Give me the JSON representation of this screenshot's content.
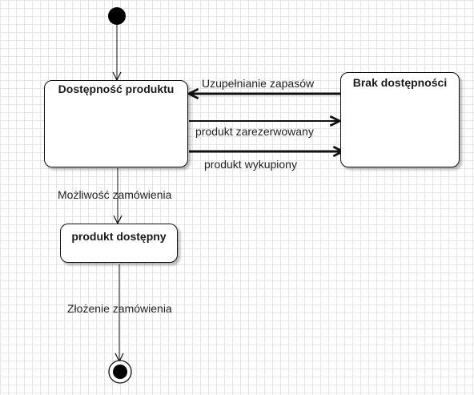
{
  "states": {
    "dostepnosc": {
      "title": "Dostępność produktu"
    },
    "brak": {
      "title": "Brak dostępności"
    },
    "produkt_dostepny": {
      "title": "produkt dostępny"
    }
  },
  "transitions": {
    "uzupelnianie": "Uzupełnianie zapasów",
    "zarezerwowany": "produkt zarezerwowany",
    "wykupiony": "produkt wykupiony",
    "mozliwosc": "Możliwość zamówienia",
    "zlozenie": "Złożenie zamówienia"
  },
  "colors": {
    "line": "#111111",
    "grid": "#e6e6e6"
  }
}
